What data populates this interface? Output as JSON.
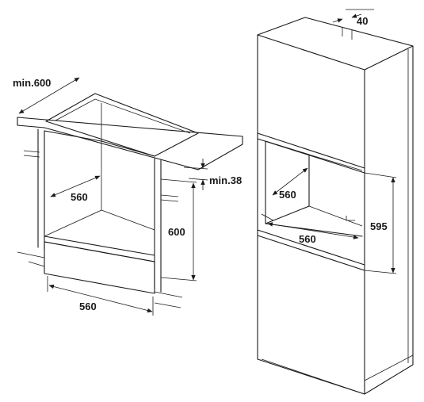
{
  "labels": {
    "min_600": "min.600",
    "min_38": "min.38",
    "d560_under_depth": "560",
    "d600_under_height": "600",
    "d560_under_width": "560",
    "d40_tall_top": "40",
    "d560_tall_depth": "560",
    "d560_tall_width": "560",
    "d595_tall_height": "595"
  }
}
